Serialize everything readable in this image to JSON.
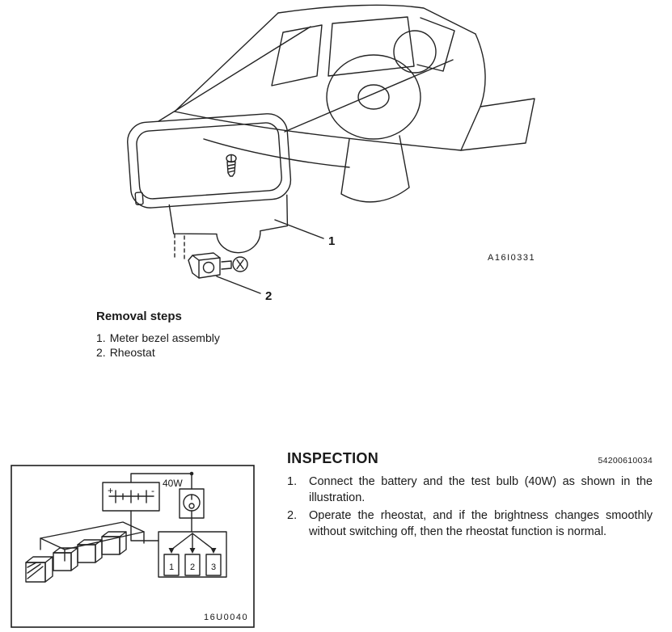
{
  "figure_top": {
    "code": "A16I0331",
    "callout_1": "1",
    "callout_2": "2"
  },
  "removal": {
    "heading": "Removal steps",
    "steps": [
      {
        "num": "1.",
        "label": "Meter bezel assembly"
      },
      {
        "num": "2.",
        "label": "Rheostat"
      }
    ]
  },
  "circuit": {
    "code": "16U0040",
    "bulb_label": "40W",
    "battery_plus": "+",
    "battery_minus": "-",
    "pins": [
      "1",
      "2",
      "3"
    ]
  },
  "inspection": {
    "heading": "INSPECTION",
    "code": "54200610034",
    "items": [
      {
        "num": "1.",
        "text": "Connect the battery and the test bulb (40W) as shown in the illustration."
      },
      {
        "num": "2.",
        "text": "Operate the rheostat, and if the brightness changes smoothly without switching off, then the rheostat function is normal."
      }
    ]
  }
}
